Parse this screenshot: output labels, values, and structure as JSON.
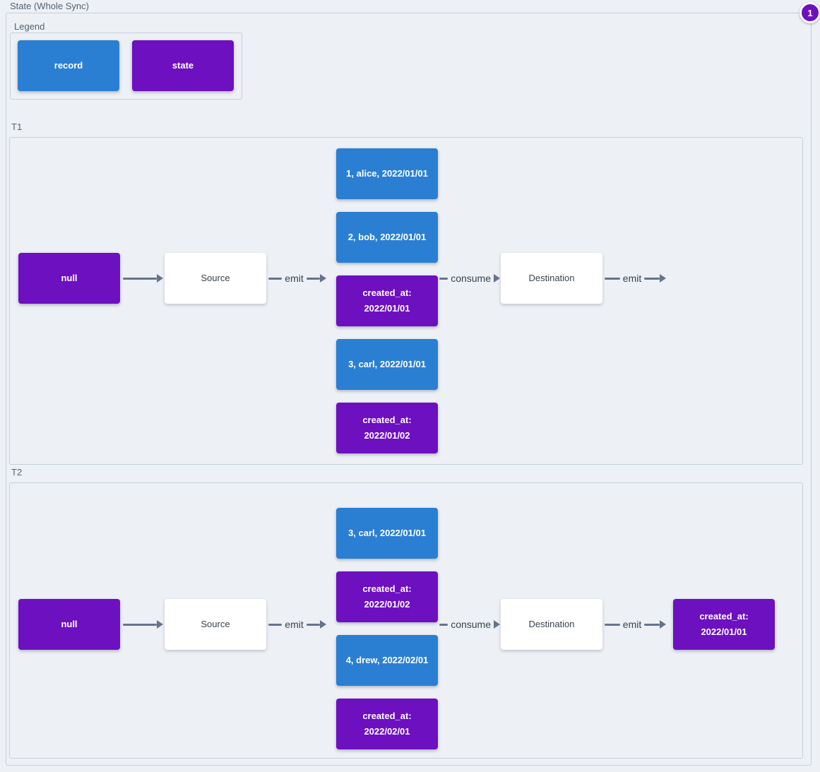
{
  "title": "State (Whole Sync)",
  "badge": "1",
  "colors": {
    "record": "#2b7fd3",
    "state": "#6d10c0",
    "arrow": "#64748b",
    "background": "#edf0f5"
  },
  "legend": {
    "label": "Legend",
    "items": [
      {
        "type": "record",
        "label": "record"
      },
      {
        "type": "state",
        "label": "state"
      }
    ]
  },
  "t1": {
    "label": "T1",
    "null_node": "null",
    "source": "Source",
    "destination": "Destination",
    "arrows": {
      "emit1": "emit",
      "consume": "consume",
      "emit2": "emit"
    },
    "stack": [
      {
        "type": "record",
        "label": "1, alice, 2022/01/01"
      },
      {
        "type": "record",
        "label": "2, bob, 2022/01/01"
      },
      {
        "type": "state",
        "label": "created_at:\n2022/01/01"
      },
      {
        "type": "record",
        "label": "3, carl, 2022/01/01"
      },
      {
        "type": "state",
        "label": "created_at:\n2022/01/02"
      }
    ]
  },
  "t2": {
    "label": "T2",
    "null_node": "null",
    "source": "Source",
    "destination": "Destination",
    "arrows": {
      "emit1": "emit",
      "consume": "consume",
      "emit2": "emit"
    },
    "stack": [
      {
        "type": "record",
        "label": "3, carl, 2022/01/01"
      },
      {
        "type": "state",
        "label": "created_at:\n2022/01/02"
      },
      {
        "type": "record",
        "label": "4, drew, 2022/02/01"
      },
      {
        "type": "state",
        "label": "created_at:\n2022/02/01"
      }
    ],
    "output_state": "created_at:\n2022/01/01"
  }
}
